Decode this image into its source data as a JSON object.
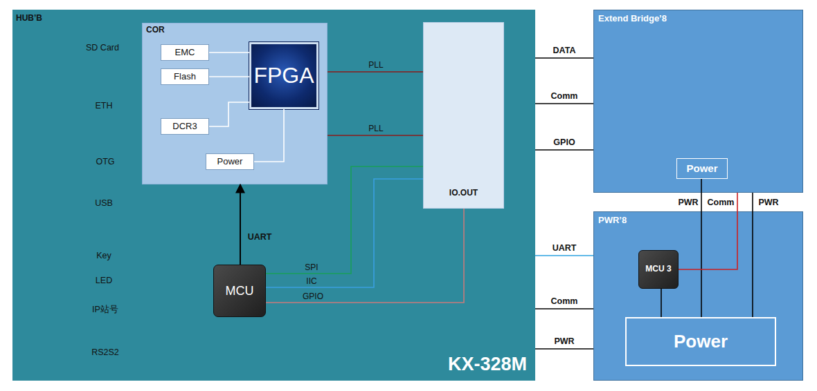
{
  "diagram": {
    "nodes": [
      {
        "text": [
          "HUB’B",
          "KX-328M"
        ]
      },
      {
        "text": [
          "COR"
        ],
        "in": 0
      },
      {
        "text": [
          "EMC"
        ],
        "in": 1
      },
      {
        "text": [
          "Flash"
        ],
        "in": 1
      },
      {
        "text": [
          "FPGA"
        ],
        "in": 1
      },
      {
        "text": [
          "DCR3"
        ],
        "in": 1
      },
      {
        "text": [
          "Power"
        ],
        "in": 1
      },
      {
        "text": [
          "IO.OUT"
        ],
        "in": 0
      },
      {
        "text": [
          "MCU"
        ],
        "in": 0
      },
      {
        "text": [
          "Extend Bridge’8"
        ]
      },
      {
        "text": [
          "Power"
        ],
        "in": 9
      },
      {
        "text": [
          "PWR’8"
        ]
      },
      {
        "text": [
          "MCU 3"
        ],
        "in": 11
      },
      {
        "text": [
          "Power"
        ],
        "in": 11
      }
    ],
    "edges": [
      {
        "from": 2,
        "to": 4,
        "arrow": "none"
      },
      {
        "from": 3,
        "to": 4,
        "arrow": "none"
      },
      {
        "from": 5,
        "to": 4,
        "arrow": "none"
      },
      {
        "from": 6,
        "to": 4,
        "arrow": "none"
      },
      {
        "from": 1,
        "to": 7,
        "label": "PLL",
        "arrow": "none"
      },
      {
        "from": 1,
        "to": 7,
        "label": "PLL",
        "arrow": "none"
      },
      {
        "from": 8,
        "to": 1,
        "label": "UART",
        "arrow": "to"
      },
      {
        "from": 8,
        "to": 7,
        "label": "SPI",
        "arrow": "none"
      },
      {
        "from": 8,
        "to": 7,
        "label": "IIC",
        "arrow": "none"
      },
      {
        "from": 8,
        "to": 7,
        "label": "GPIO",
        "arrow": "none"
      },
      {
        "from": 0,
        "to": 9,
        "label": "DATA",
        "arrow": "none"
      },
      {
        "from": 0,
        "to": 9,
        "label": "Comm",
        "arrow": "none"
      },
      {
        "from": 0,
        "to": 9,
        "label": "GPIO",
        "arrow": "none"
      },
      {
        "from": 0,
        "to": 11,
        "label": "UART",
        "arrow": "none"
      },
      {
        "from": 0,
        "to": 11,
        "label": "Comm",
        "arrow": "none"
      },
      {
        "from": 0,
        "to": 11,
        "label": "PWR",
        "arrow": "none"
      },
      {
        "from": 10,
        "to": 13,
        "label": "PWR",
        "arrow": "none"
      },
      {
        "from": 12,
        "to": 9,
        "label": "Comm",
        "arrow": "none"
      },
      {
        "from": 9,
        "to": 13,
        "label": "PWR",
        "arrow": "none"
      },
      {
        "from": 12,
        "to": 13,
        "arrow": "none"
      }
    ],
    "labels": [
      "SD Card",
      "ETH",
      "OTG",
      "USB",
      "Key",
      "LED",
      "IP站号",
      "RS2S2"
    ]
  }
}
